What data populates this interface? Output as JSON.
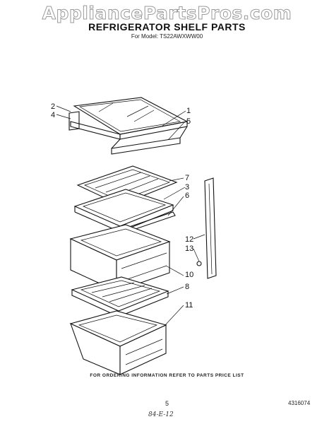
{
  "watermark": "AppliancePartsPros.com",
  "title": "REFRIGERATOR SHELF PARTS",
  "subtitle": "For Model: TS22AWXWW00",
  "callouts": [
    "2",
    "4",
    "1",
    "5",
    "7",
    "3",
    "6",
    "12",
    "13",
    "10",
    "8",
    "11"
  ],
  "footer_note": "FOR ORDERING INFORMATION REFER TO PARTS PRICE LIST",
  "page_number": "5",
  "doc_number": "4316074",
  "handwritten_note": "84-E-12"
}
